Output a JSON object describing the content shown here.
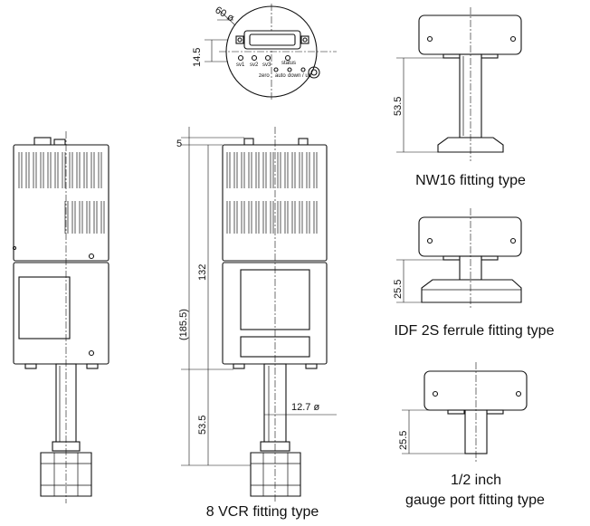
{
  "captions": {
    "nw16": "NW16 fitting type",
    "idf": "IDF 2S ferrule fitting type",
    "half_line1": "1/2 inch",
    "half_line2": "gauge port fitting type",
    "vcr": "8 VCR fitting type"
  },
  "dimensions": {
    "top_diameter": "60 ø",
    "top_height": "14.5",
    "flange_thickness": "5",
    "body_length": "132",
    "total_length": "(185.5)",
    "stem_length": "53.5",
    "stem_diameter": "12.7 ø",
    "nw16_length": "53.5",
    "idf_length": "25.5",
    "half_length": "25.5"
  },
  "panel_labels": {
    "sv1": "sv1",
    "sv2": "sv2",
    "sv3": "sv3",
    "status": "status",
    "zero": "zero",
    "auto": "auto",
    "downup": "down / up"
  }
}
